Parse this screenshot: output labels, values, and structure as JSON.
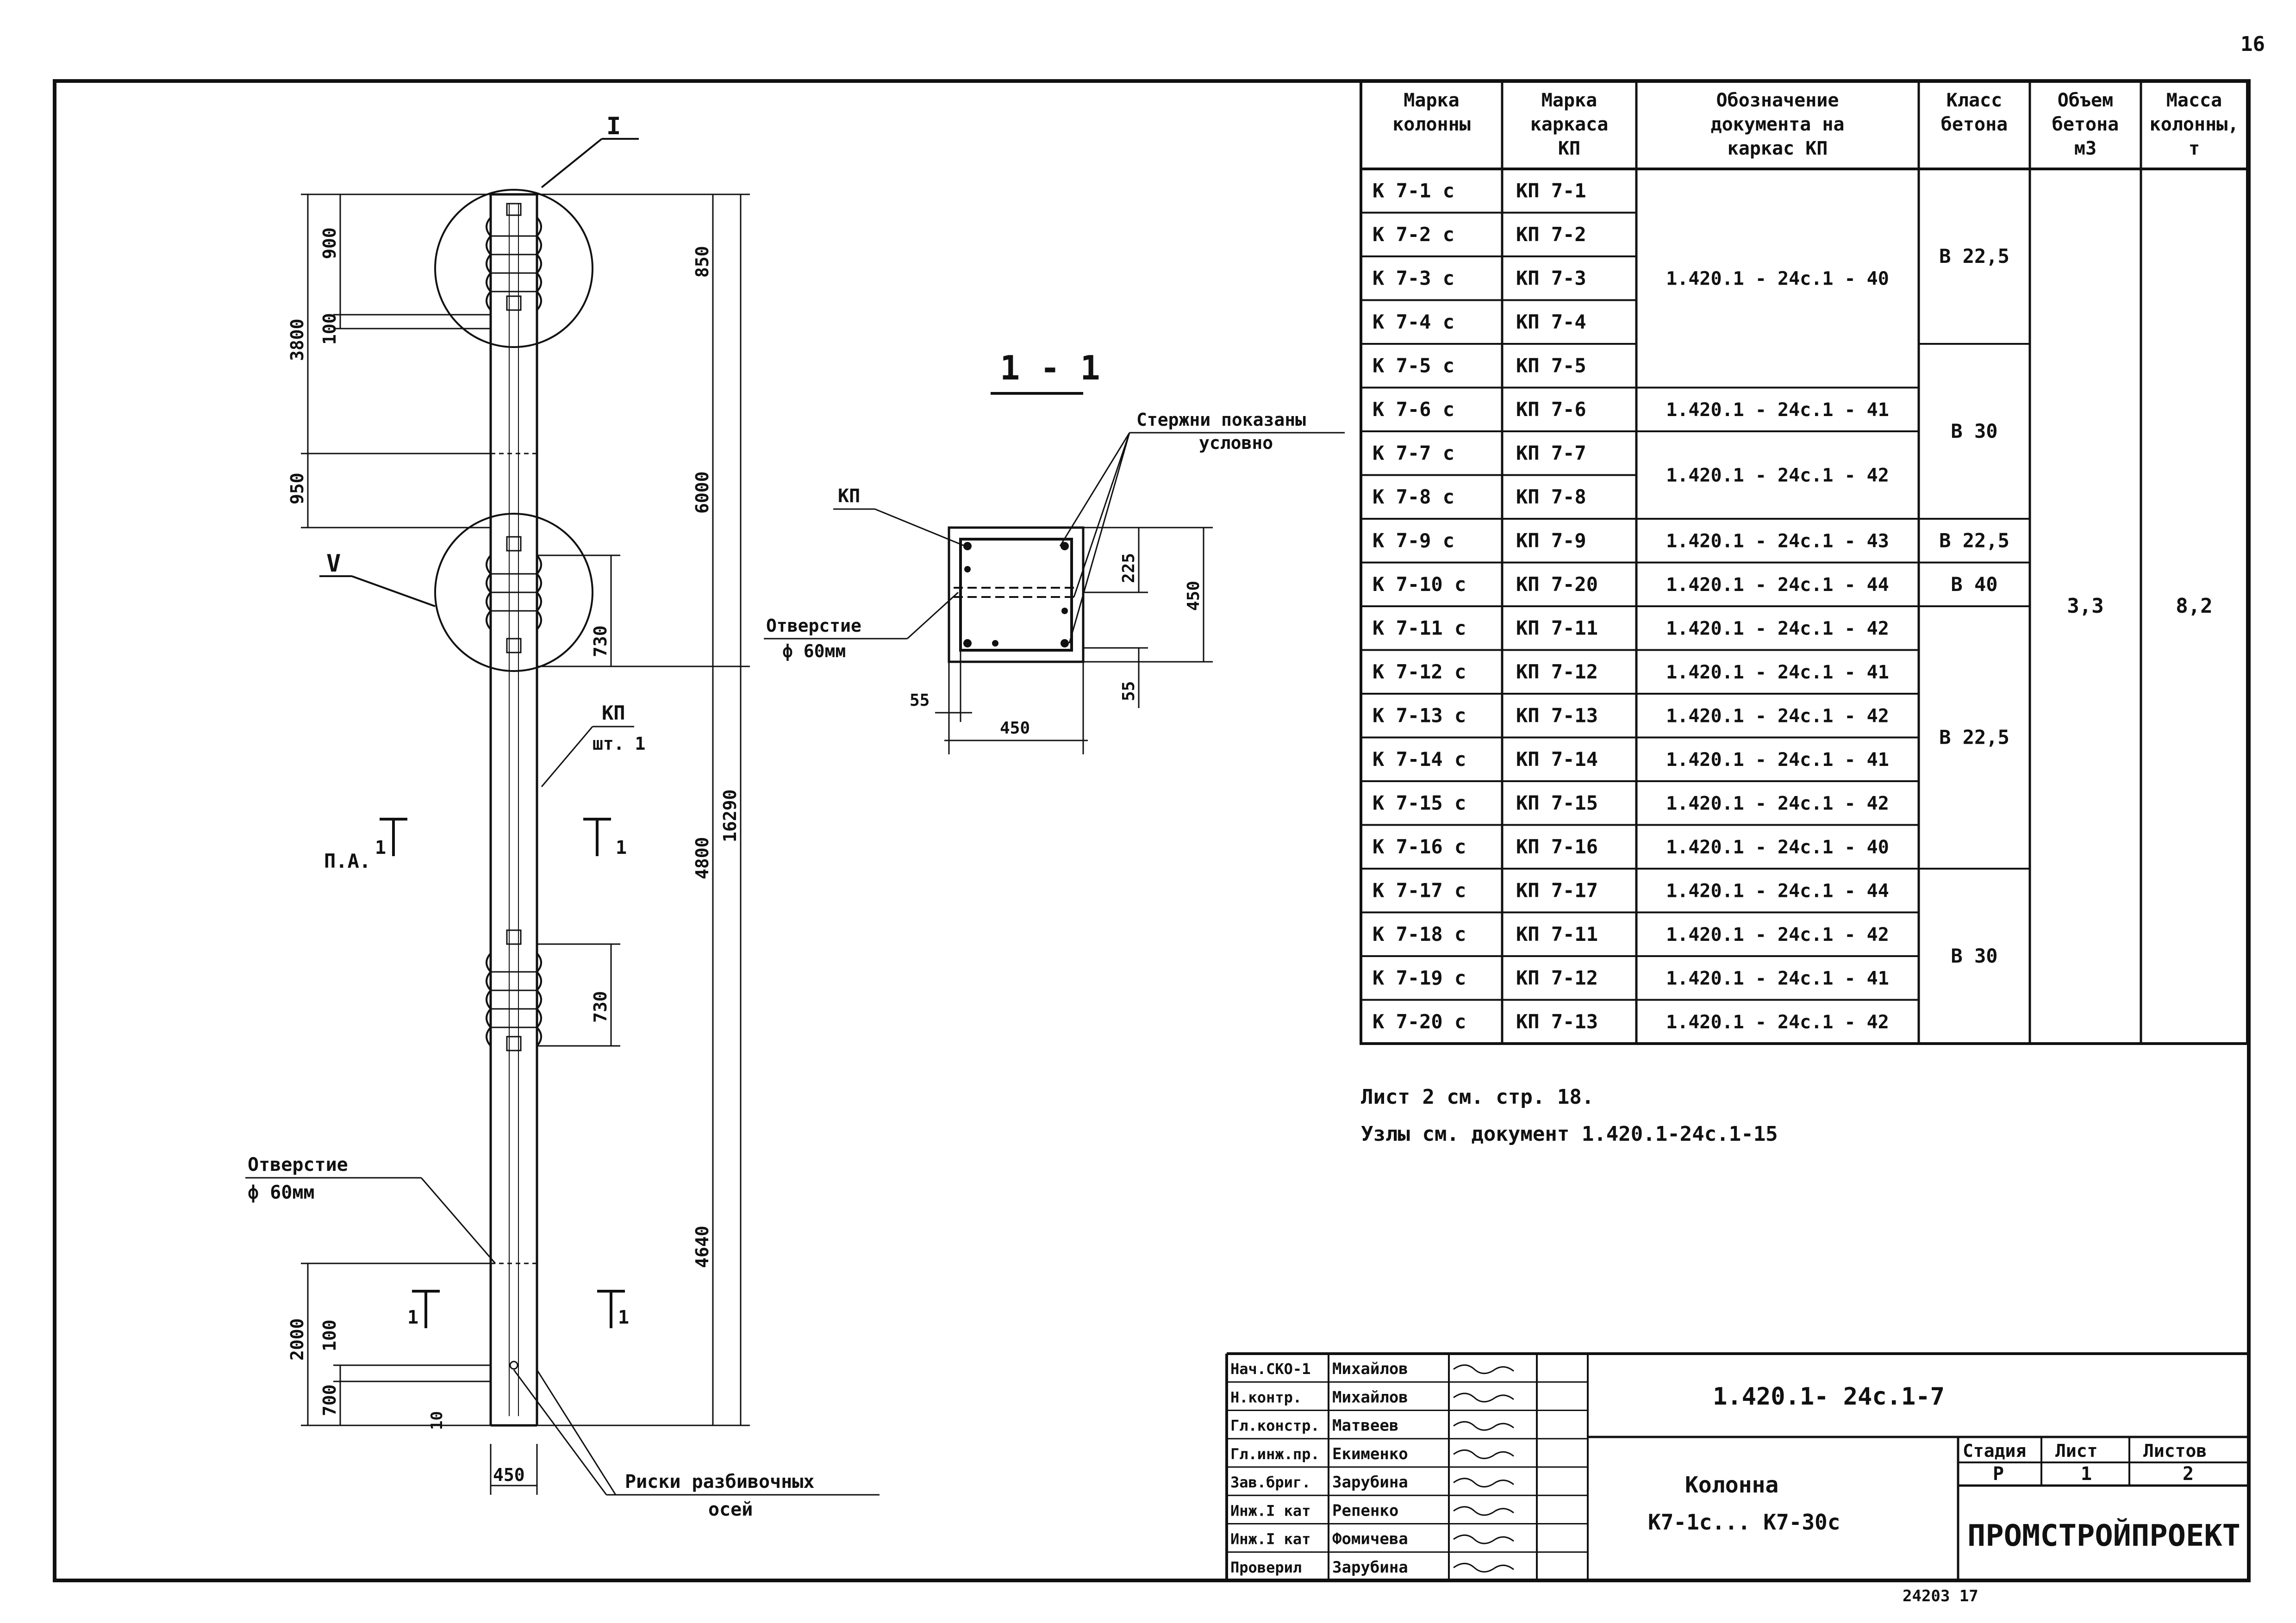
{
  "page_number": "16",
  "column_drawing": {
    "markers": {
      "node_top": "I",
      "node_mid": "V",
      "section_label": "1",
      "pa_label": "П.А."
    },
    "dims_left": [
      "3800",
      "900",
      "100",
      "950",
      "2000",
      "100",
      "700",
      "10"
    ],
    "dims_right": [
      "850",
      "6000",
      "4800",
      "4640",
      "730",
      "730",
      "16290"
    ],
    "width_dim": "450",
    "kp_label": "КП",
    "kp_count": "шт. 1",
    "hole_label": "Отверстие",
    "hole_dia": "ф 60мм",
    "risk_label_1": "Риски разбивочных",
    "risk_label_2": "осей"
  },
  "section": {
    "title": "1 - 1",
    "kp": "КП",
    "rods_note_1": "Стержни показаны",
    "rods_note_2": "условно",
    "hole_label": "Отверстие",
    "hole_dia": "ф 60мм",
    "dims": {
      "d225": "225",
      "d450v": "450",
      "d55b": "55",
      "d55l": "55",
      "d450h": "450"
    }
  },
  "table": {
    "headers": [
      [
        "Марка",
        "колонны"
      ],
      [
        "Марка",
        "каркаса",
        "КП"
      ],
      [
        "Обозначение",
        "документа на",
        "каркас КП"
      ],
      [
        "Класс",
        "бетона"
      ],
      [
        "Объем",
        "бетона",
        "м3"
      ],
      [
        "Масса",
        "колонны,",
        "т"
      ]
    ],
    "rows": [
      {
        "col": "К 7-1 с",
        "kp": "КП 7-1"
      },
      {
        "col": "К 7-2 с",
        "kp": "КП 7-2"
      },
      {
        "col": "К 7-3 с",
        "kp": "КП 7-3"
      },
      {
        "col": "К 7-4 с",
        "kp": "КП 7-4"
      },
      {
        "col": "К 7-5 с",
        "kp": "КП 7-5"
      },
      {
        "col": "К 7-6 с",
        "kp": "КП 7-6"
      },
      {
        "col": "К 7-7 с",
        "kp": "КП 7-7"
      },
      {
        "col": "К 7-8 с",
        "kp": "КП 7-8"
      },
      {
        "col": "К 7-9 с",
        "kp": "КП 7-9"
      },
      {
        "col": "К 7-10 с",
        "kp": "КП 7-20"
      },
      {
        "col": "К 7-11 с",
        "kp": "КП 7-11"
      },
      {
        "col": "К 7-12 с",
        "kp": "КП 7-12"
      },
      {
        "col": "К 7-13 с",
        "kp": "КП 7-13"
      },
      {
        "col": "К 7-14 с",
        "kp": "КП 7-14"
      },
      {
        "col": "К 7-15 с",
        "kp": "КП 7-15"
      },
      {
        "col": "К 7-16 с",
        "kp": "КП 7-16"
      },
      {
        "col": "К 7-17 с",
        "kp": "КП 7-17"
      },
      {
        "col": "К 7-18 с",
        "kp": "КП 7-11"
      },
      {
        "col": "К 7-19 с",
        "kp": "КП 7-12"
      },
      {
        "col": "К 7-20 с",
        "kp": "КП 7-13"
      }
    ],
    "doc_groups": [
      {
        "from": 0,
        "to": 4,
        "text": "1.420.1 - 24с.1 - 40"
      },
      {
        "from": 5,
        "to": 5,
        "text": "1.420.1 - 24с.1 - 41"
      },
      {
        "from": 6,
        "to": 7,
        "text": "1.420.1 - 24с.1 - 42"
      },
      {
        "from": 8,
        "to": 8,
        "text": "1.420.1 - 24с.1 - 43"
      },
      {
        "from": 9,
        "to": 9,
        "text": "1.420.1 - 24с.1 - 44"
      },
      {
        "from": 10,
        "to": 10,
        "text": "1.420.1 - 24с.1 - 42"
      },
      {
        "from": 11,
        "to": 11,
        "text": "1.420.1 - 24с.1 - 41"
      },
      {
        "from": 12,
        "to": 12,
        "text": "1.420.1 - 24с.1 - 42"
      },
      {
        "from": 13,
        "to": 13,
        "text": "1.420.1 - 24с.1 - 41"
      },
      {
        "from": 14,
        "to": 14,
        "text": "1.420.1 - 24с.1 - 42"
      },
      {
        "from": 15,
        "to": 15,
        "text": "1.420.1 - 24с.1 - 40"
      },
      {
        "from": 16,
        "to": 16,
        "text": "1.420.1 - 24с.1 - 44"
      },
      {
        "from": 17,
        "to": 17,
        "text": "1.420.1 - 24с.1 - 42"
      },
      {
        "from": 18,
        "to": 18,
        "text": "1.420.1 - 24с.1 - 41"
      },
      {
        "from": 19,
        "to": 19,
        "text": "1.420.1 - 24с.1 - 42"
      }
    ],
    "class_groups": [
      {
        "from": 0,
        "to": 3,
        "text": "В 22,5"
      },
      {
        "from": 4,
        "to": 7,
        "text": "В 30"
      },
      {
        "from": 8,
        "to": 8,
        "text": "В 22,5"
      },
      {
        "from": 9,
        "to": 9,
        "text": "В 40"
      },
      {
        "from": 10,
        "to": 15,
        "text": "В 22,5"
      },
      {
        "from": 16,
        "to": 19,
        "text": "В 30"
      }
    ],
    "volume": "3,3",
    "mass": "8,2"
  },
  "notes": [
    "Лист 2 см. стр. 18.",
    "Узлы см. документ 1.420.1-24с.1-15"
  ],
  "title_block": {
    "roles": [
      "Нач.СКО-1",
      "Н.контр.",
      "Гл.констр.",
      "Гл.инж.пр.",
      "Зав.бриг.",
      "Инж.I кат",
      "Инж.I кат",
      "Проверил"
    ],
    "names": [
      "Михайлов",
      "Михайлов",
      "Матвеев",
      "Екименко",
      "Зарубина",
      "Репенко",
      "Фомичева",
      "Зарубина"
    ],
    "doc_code": "1.420.1- 24с.1-7",
    "title_line1": "Колонна",
    "title_line2": "К7-1с... К7-30с",
    "stage_h": "Стадия",
    "sheet_h": "Лист",
    "sheets_h": "Листов",
    "stage": "Р",
    "sheet": "1",
    "sheets": "2",
    "org": "ПРОМСТРОЙПРОЕКТ"
  },
  "bottom_stamp": "24203 17"
}
